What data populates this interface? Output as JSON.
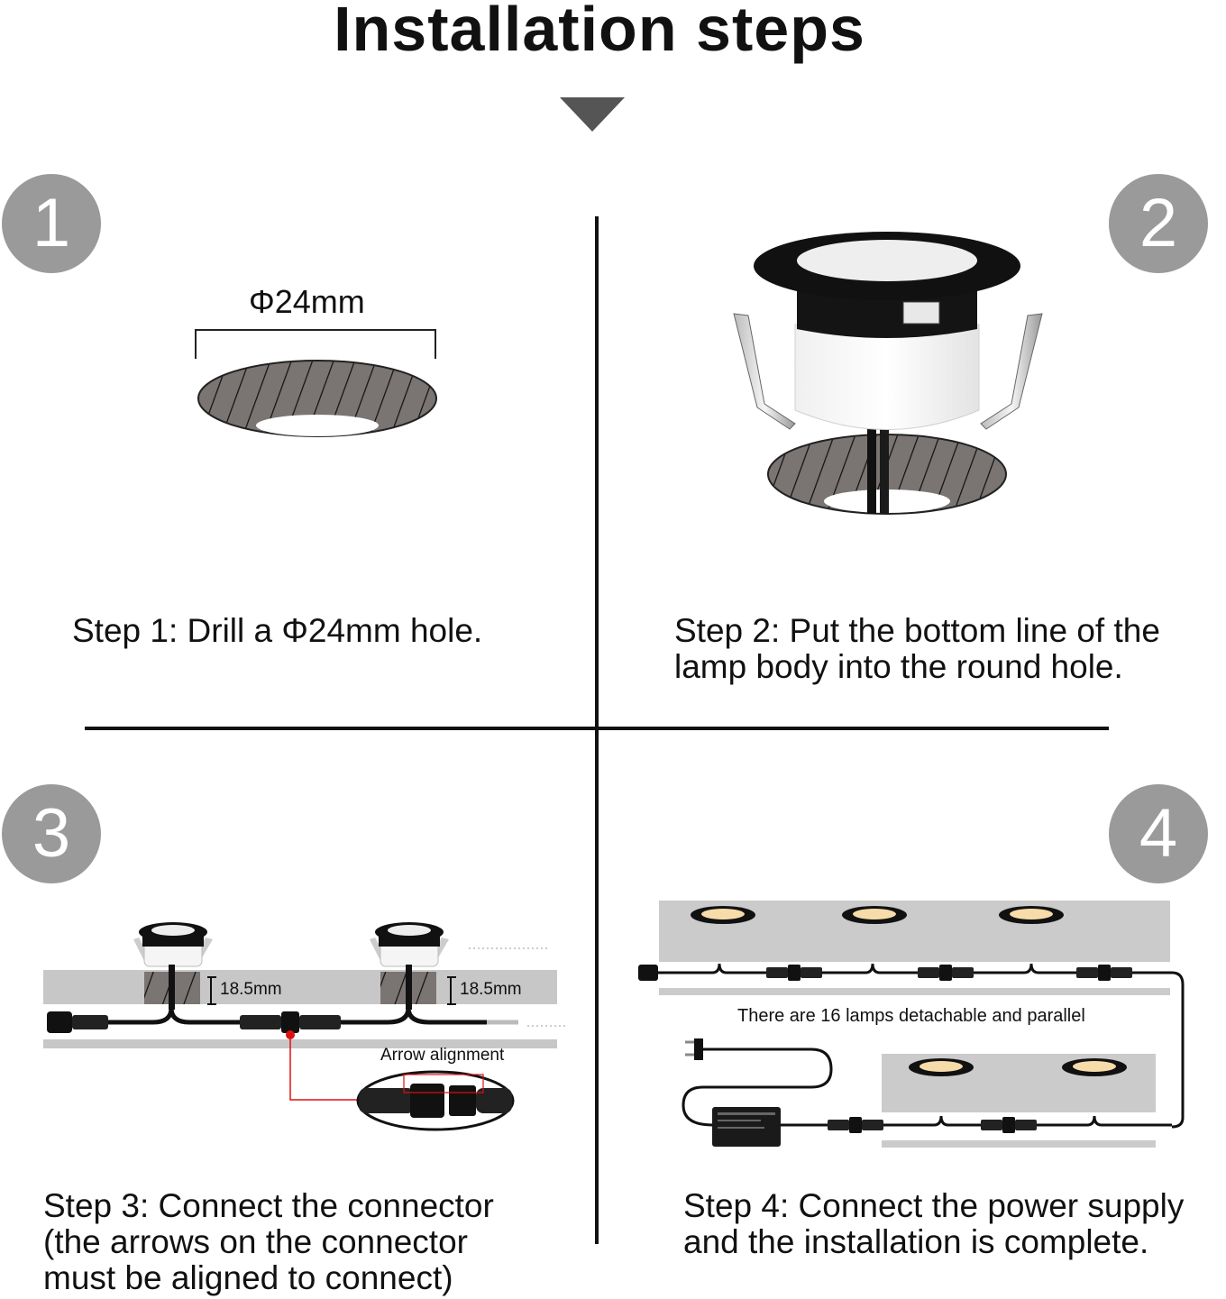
{
  "title": "Installation steps",
  "steps": [
    {
      "number": "1",
      "text": "Step 1: Drill a Φ24mm hole.",
      "dimension_label": "Φ24mm"
    },
    {
      "number": "2",
      "text": "Step 2: Put the bottom line of the lamp body into the round hole."
    },
    {
      "number": "3",
      "text_lines": [
        "Step 3: Connect the connector",
        "(the arrows on the connector",
        "must be aligned to connect)"
      ],
      "depth_label_left": "18.5mm",
      "depth_label_right": "18.5mm",
      "callout_label": "Arrow alignment"
    },
    {
      "number": "4",
      "text_lines": [
        "Step 4: Connect the power supply",
        "and the installation is complete."
      ],
      "note": "There are 16 lamps detachable and parallel"
    }
  ],
  "icons": [
    "down-triangle-icon"
  ]
}
